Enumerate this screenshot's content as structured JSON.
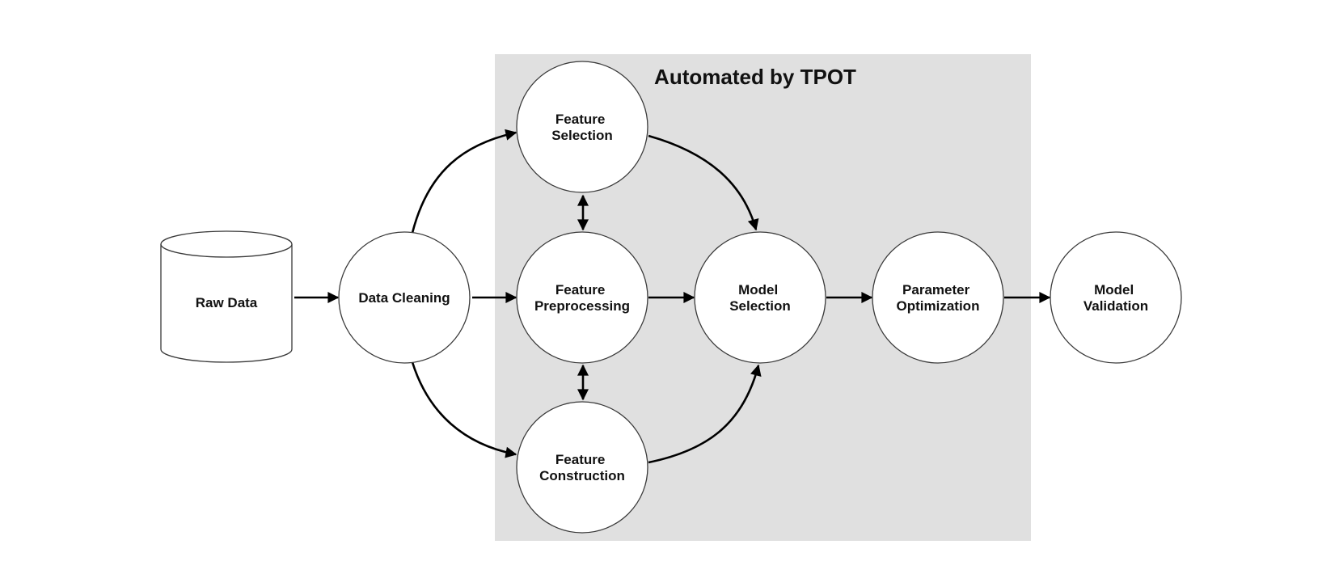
{
  "automated_box": {
    "title": "Automated by TPOT",
    "fill": "#e0e0e0"
  },
  "nodes": {
    "raw_data": [
      "Raw Data"
    ],
    "data_cleaning": [
      "Data Cleaning"
    ],
    "feature_selection": [
      "Feature",
      "Selection"
    ],
    "feature_preprocessing": [
      "Feature",
      "Preprocessing"
    ],
    "feature_construction": [
      "Feature",
      "Construction"
    ],
    "model_selection": [
      "Model",
      "Selection"
    ],
    "parameter_optimization": [
      "Parameter",
      "Optimization"
    ],
    "model_validation": [
      "Model",
      "Validation"
    ]
  },
  "edges": [
    {
      "from": "raw_data",
      "to": "data_cleaning",
      "style": "straight"
    },
    {
      "from": "data_cleaning",
      "to": "feature_selection",
      "style": "curved"
    },
    {
      "from": "data_cleaning",
      "to": "feature_preprocessing",
      "style": "straight"
    },
    {
      "from": "data_cleaning",
      "to": "feature_construction",
      "style": "curved"
    },
    {
      "from": "feature_selection",
      "to": "feature_preprocessing",
      "style": "bidirectional"
    },
    {
      "from": "feature_preprocessing",
      "to": "feature_construction",
      "style": "bidirectional"
    },
    {
      "from": "feature_selection",
      "to": "model_selection",
      "style": "curved"
    },
    {
      "from": "feature_preprocessing",
      "to": "model_selection",
      "style": "straight"
    },
    {
      "from": "feature_construction",
      "to": "model_selection",
      "style": "curved"
    },
    {
      "from": "model_selection",
      "to": "parameter_optimization",
      "style": "straight"
    },
    {
      "from": "parameter_optimization",
      "to": "model_validation",
      "style": "straight"
    }
  ]
}
